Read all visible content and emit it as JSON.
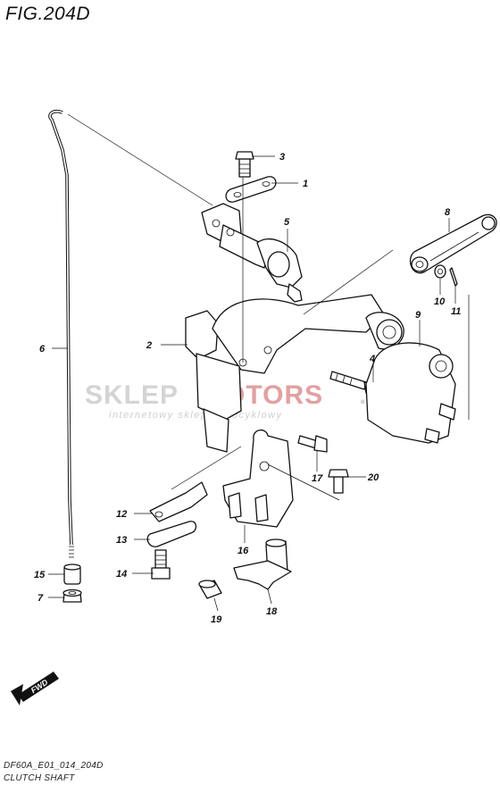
{
  "figure": {
    "title": "FIG.204D",
    "code": "DF60A_E01_014_204D",
    "name": "CLUTCH SHAFT"
  },
  "watermark": {
    "brand_part1": "SKLEP",
    "brand_part2": "MOTORS",
    "brand_suffix": ".PL",
    "tagline": "internetowy sklep motocyklowy"
  },
  "fwd_badge": {
    "label": "FWD"
  },
  "callouts": [
    {
      "number": "1"
    },
    {
      "number": "2"
    },
    {
      "number": "3"
    },
    {
      "number": "4"
    },
    {
      "number": "5"
    },
    {
      "number": "6"
    },
    {
      "number": "7"
    },
    {
      "number": "8"
    },
    {
      "number": "9"
    },
    {
      "number": "10"
    },
    {
      "number": "11"
    },
    {
      "number": "12"
    },
    {
      "number": "13"
    },
    {
      "number": "14"
    },
    {
      "number": "15"
    },
    {
      "number": "16"
    },
    {
      "number": "17"
    },
    {
      "number": "18"
    },
    {
      "number": "19"
    },
    {
      "number": "20"
    }
  ],
  "colors": {
    "line": "#111111",
    "watermark_gray": "#d4d4d4",
    "watermark_red": "#e06a6a"
  }
}
